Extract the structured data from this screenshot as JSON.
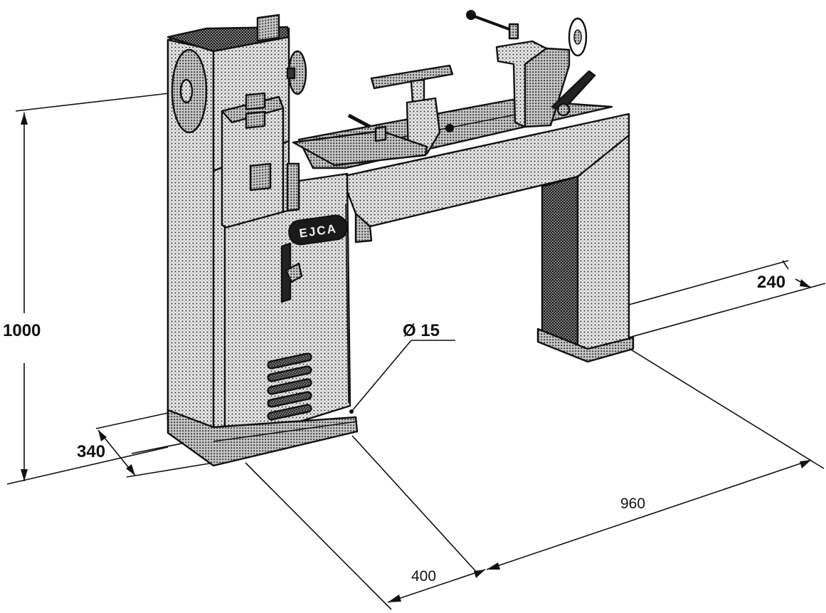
{
  "brand_plate": "EJCA",
  "dimensions": {
    "height": "1000",
    "depth_base": "340",
    "pipe_diameter": "Ø 15",
    "depth_leg": "240",
    "length": "960",
    "width_cabinet": "400"
  },
  "colors": {
    "ink": "#111111",
    "paper": "#ffffff",
    "plate": "#1a1a1a"
  }
}
